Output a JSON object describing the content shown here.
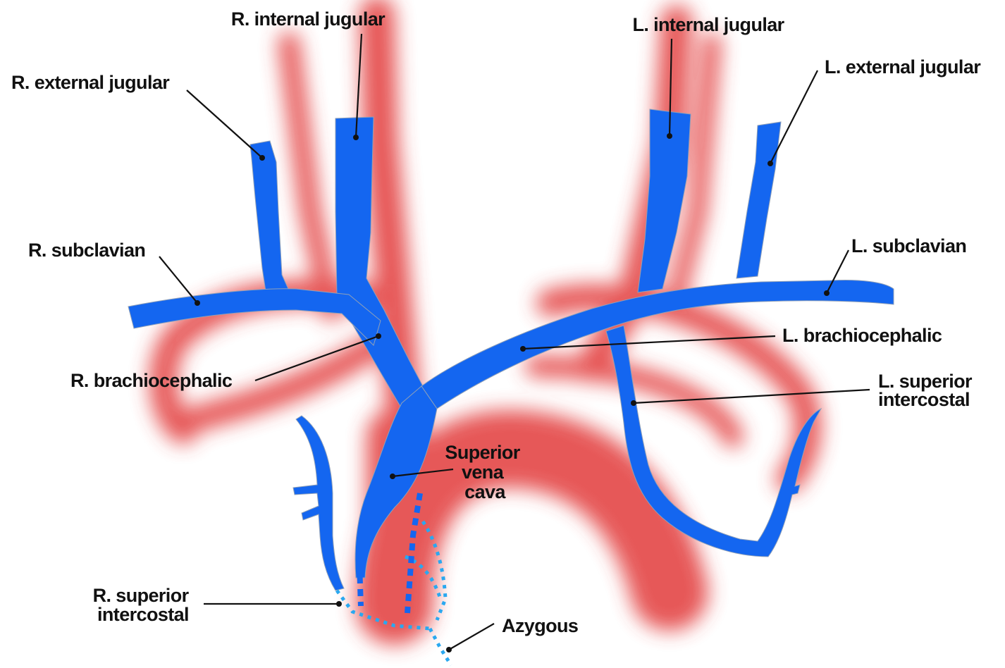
{
  "labels": {
    "r_internal_jugular": "R. internal jugular",
    "l_internal_jugular": "L. internal jugular",
    "r_external_jugular": "R. external jugular",
    "l_external_jugular": "L. external jugular",
    "r_subclavian": "R. subclavian",
    "l_subclavian": "L. subclavian",
    "l_brachiocephalic": "L. brachiocephalic",
    "r_brachiocephalic": "R. brachiocephalic",
    "l_superior_intercostal": [
      "L. superior",
      "intercostal"
    ],
    "superior_vena_cava": [
      "Superior",
      "vena",
      "cava"
    ],
    "r_superior_intercostal": [
      "R. superior",
      "intercostal"
    ],
    "azygous": "Azygous"
  },
  "colors": {
    "vein": "#1466f0",
    "artery": "#e23a3a",
    "vein_dotted": "#2aa8f0",
    "label_text": "#111111",
    "background": "#ffffff"
  }
}
